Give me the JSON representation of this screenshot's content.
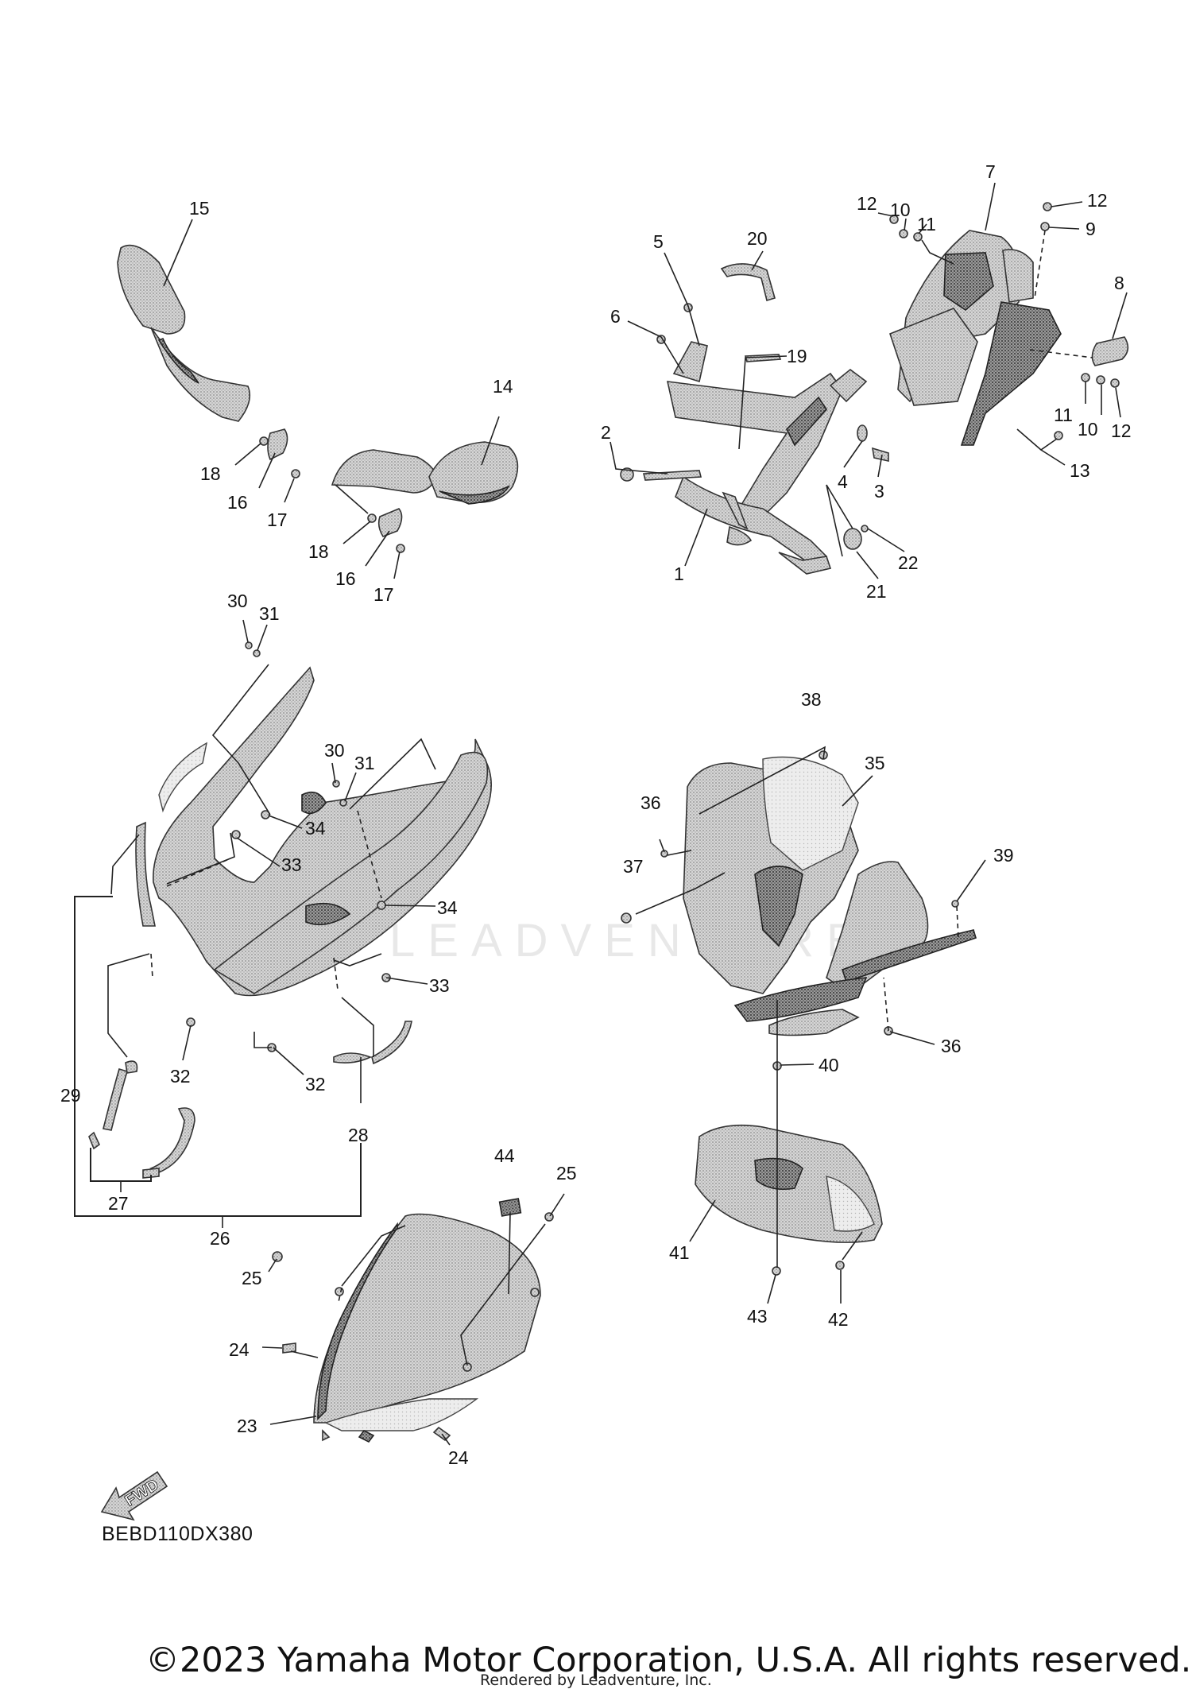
{
  "diagram": {
    "code": "BEBD110DX380",
    "fwd_label": "FWD",
    "copyright": "©2023 Yamaha Motor Corporation, U.S.A. All rights reserved.",
    "rendered_by": "Rendered by Leadventure, Inc.",
    "watermark": "LEADVENTURE"
  },
  "callouts": [
    {
      "id": "c1",
      "label": "1"
    },
    {
      "id": "c2",
      "label": "2"
    },
    {
      "id": "c3",
      "label": "3"
    },
    {
      "id": "c4",
      "label": "4"
    },
    {
      "id": "c5",
      "label": "5"
    },
    {
      "id": "c6",
      "label": "6"
    },
    {
      "id": "c7",
      "label": "7"
    },
    {
      "id": "c8",
      "label": "8"
    },
    {
      "id": "c9",
      "label": "9"
    },
    {
      "id": "c10a",
      "label": "10"
    },
    {
      "id": "c10b",
      "label": "10"
    },
    {
      "id": "c11a",
      "label": "11"
    },
    {
      "id": "c11b",
      "label": "11"
    },
    {
      "id": "c12a",
      "label": "12"
    },
    {
      "id": "c12b",
      "label": "12"
    },
    {
      "id": "c12c",
      "label": "12"
    },
    {
      "id": "c13",
      "label": "13"
    },
    {
      "id": "c14",
      "label": "14"
    },
    {
      "id": "c15",
      "label": "15"
    },
    {
      "id": "c16a",
      "label": "16"
    },
    {
      "id": "c16b",
      "label": "16"
    },
    {
      "id": "c17a",
      "label": "17"
    },
    {
      "id": "c17b",
      "label": "17"
    },
    {
      "id": "c18a",
      "label": "18"
    },
    {
      "id": "c18b",
      "label": "18"
    },
    {
      "id": "c19",
      "label": "19"
    },
    {
      "id": "c20",
      "label": "20"
    },
    {
      "id": "c21",
      "label": "21"
    },
    {
      "id": "c22",
      "label": "22"
    },
    {
      "id": "c23",
      "label": "23"
    },
    {
      "id": "c24a",
      "label": "24"
    },
    {
      "id": "c24b",
      "label": "24"
    },
    {
      "id": "c25a",
      "label": "25"
    },
    {
      "id": "c25b",
      "label": "25"
    },
    {
      "id": "c26",
      "label": "26"
    },
    {
      "id": "c27",
      "label": "27"
    },
    {
      "id": "c28",
      "label": "28"
    },
    {
      "id": "c29",
      "label": "29"
    },
    {
      "id": "c30a",
      "label": "30"
    },
    {
      "id": "c30b",
      "label": "30"
    },
    {
      "id": "c31a",
      "label": "31"
    },
    {
      "id": "c31b",
      "label": "31"
    },
    {
      "id": "c32a",
      "label": "32"
    },
    {
      "id": "c32b",
      "label": "32"
    },
    {
      "id": "c33a",
      "label": "33"
    },
    {
      "id": "c33b",
      "label": "33"
    },
    {
      "id": "c34a",
      "label": "34"
    },
    {
      "id": "c34b",
      "label": "34"
    },
    {
      "id": "c35",
      "label": "35"
    },
    {
      "id": "c36a",
      "label": "36"
    },
    {
      "id": "c36b",
      "label": "36"
    },
    {
      "id": "c37",
      "label": "37"
    },
    {
      "id": "c38",
      "label": "38"
    },
    {
      "id": "c39",
      "label": "39"
    },
    {
      "id": "c40",
      "label": "40"
    },
    {
      "id": "c41",
      "label": "41"
    },
    {
      "id": "c42",
      "label": "42"
    },
    {
      "id": "c43",
      "label": "43"
    },
    {
      "id": "c44",
      "label": "44"
    }
  ]
}
